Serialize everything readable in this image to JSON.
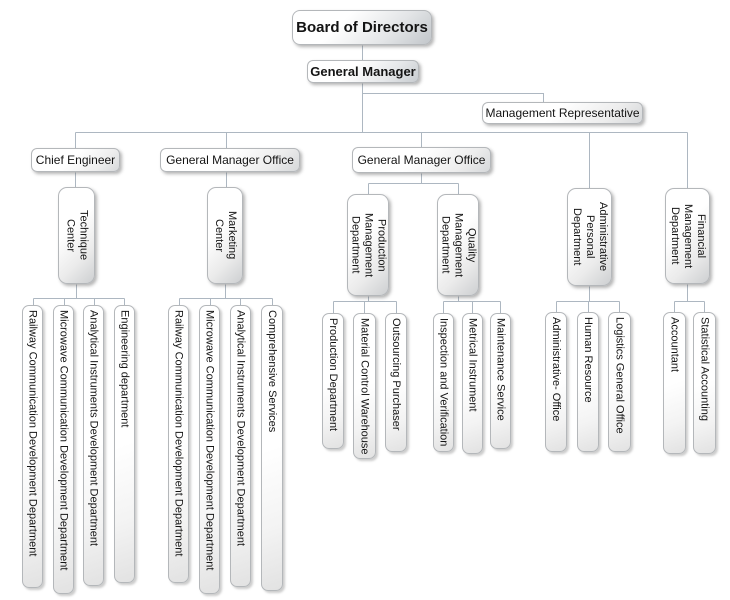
{
  "chart": {
    "root": {
      "label": "Board of Directors"
    },
    "general_manager": {
      "label": "General Manager"
    },
    "management_representative": {
      "label": "Management Representative"
    },
    "level2": [
      {
        "label": "Chief Engineer"
      },
      {
        "label": "General Manager Office"
      },
      {
        "label": "General Manager Office"
      }
    ],
    "departments": [
      {
        "label": "Technique Center",
        "children": [
          "Railway Communication Development Department",
          "Microwave Communication Development Department",
          "Analytical Instruments Development Department",
          "Engineering department"
        ]
      },
      {
        "label": "Marketing Center",
        "children": [
          "Railway Communication Development Department",
          "Microwave Communication Development Department",
          "Analytical Instruments Development Department",
          "Comprehensive Services"
        ]
      },
      {
        "label": "Production Management Department",
        "children": [
          "Production Department",
          "Material Control Warehouse",
          "Outsourcing Purchaser"
        ]
      },
      {
        "label": "Quality Management Department",
        "children": [
          "Inspection and Verification",
          "Metrical Instrument",
          "Maintenance Service"
        ]
      },
      {
        "label": "Administrative Personal Department",
        "children": [
          "Administrative- Office",
          "Human Resource",
          "Logistics General Office"
        ]
      },
      {
        "label": "Financial Management Department",
        "children": [
          "Accountant",
          "Statistical Accounting"
        ]
      }
    ],
    "line_color": "#adb7c1"
  }
}
